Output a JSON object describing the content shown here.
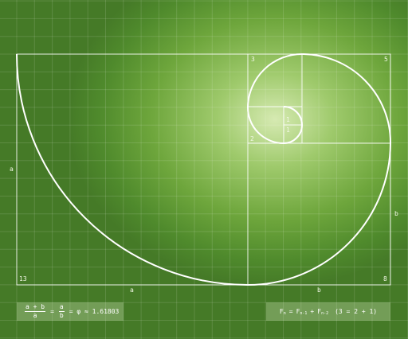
{
  "tiles": {
    "t13": "13",
    "t8": "8",
    "t5": "5",
    "t3": "3",
    "t2": "2",
    "t1a": "1",
    "t1b": "1"
  },
  "edges": {
    "a_left": "a",
    "a_bottom": "a",
    "b_bottom": "b",
    "b_right": "b"
  },
  "golden_formula": {
    "frac1_num": "a + b",
    "frac1_den": "a",
    "eq1": "=",
    "frac2_num": "a",
    "frac2_den": "b",
    "rhs": "= φ ≈ 1.61803"
  },
  "fib_formula": {
    "f": "F",
    "n": "n",
    "eq": "=",
    "f1": "F",
    "n1": "n-1",
    "plus": "+",
    "f2": "F",
    "n2": "n-2",
    "example": "(3 = 2 + 1)"
  },
  "colors": {
    "line": "#ffffff",
    "grid": "#ffffff",
    "background_center": "#d6eab2",
    "background_edge": "#457a27"
  }
}
